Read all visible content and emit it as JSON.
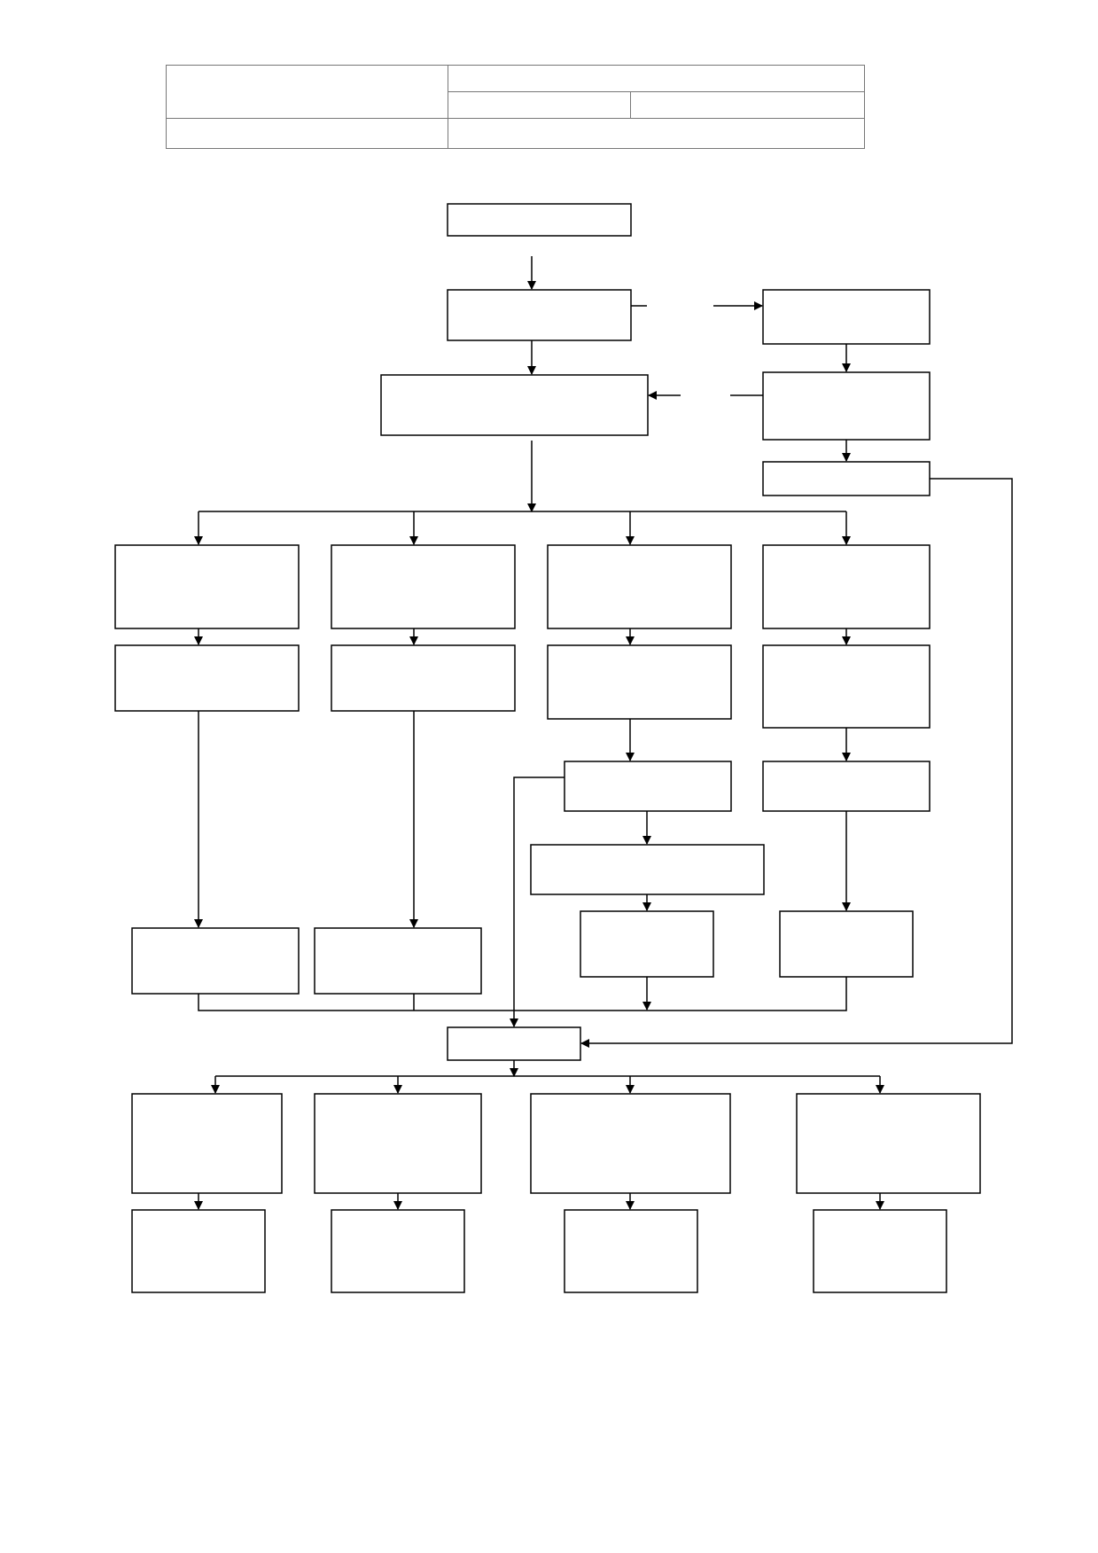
{
  "header_table": {
    "rows": [
      [
        "",
        "",
        ""
      ],
      [
        "",
        ""
      ],
      [
        "",
        ""
      ]
    ]
  },
  "flowchart": {
    "stroke_color": "#000000",
    "background": "#ffffff",
    "boxes": [
      {
        "id": "start",
        "label": ""
      },
      {
        "id": "step-2",
        "label": ""
      },
      {
        "id": "side-1",
        "label": ""
      },
      {
        "id": "step-3",
        "label": ""
      },
      {
        "id": "side-2",
        "label": ""
      },
      {
        "id": "side-3",
        "label": ""
      },
      {
        "id": "branch-1a",
        "label": ""
      },
      {
        "id": "branch-2a",
        "label": ""
      },
      {
        "id": "branch-3a",
        "label": ""
      },
      {
        "id": "branch-4a",
        "label": ""
      },
      {
        "id": "branch-1b",
        "label": ""
      },
      {
        "id": "branch-2b",
        "label": ""
      },
      {
        "id": "branch-3b",
        "label": ""
      },
      {
        "id": "branch-4b",
        "label": ""
      },
      {
        "id": "branch-3c",
        "label": ""
      },
      {
        "id": "branch-4c",
        "label": ""
      },
      {
        "id": "branch-3d",
        "label": ""
      },
      {
        "id": "branch-1c",
        "label": ""
      },
      {
        "id": "branch-2c",
        "label": ""
      },
      {
        "id": "branch-3e",
        "label": ""
      },
      {
        "id": "branch-4d",
        "label": ""
      },
      {
        "id": "merge",
        "label": ""
      },
      {
        "id": "out-1a",
        "label": ""
      },
      {
        "id": "out-2a",
        "label": ""
      },
      {
        "id": "out-3a",
        "label": ""
      },
      {
        "id": "out-4a",
        "label": ""
      },
      {
        "id": "out-1b",
        "label": ""
      },
      {
        "id": "out-2b",
        "label": ""
      },
      {
        "id": "out-3b",
        "label": ""
      },
      {
        "id": "out-4b",
        "label": ""
      }
    ]
  }
}
